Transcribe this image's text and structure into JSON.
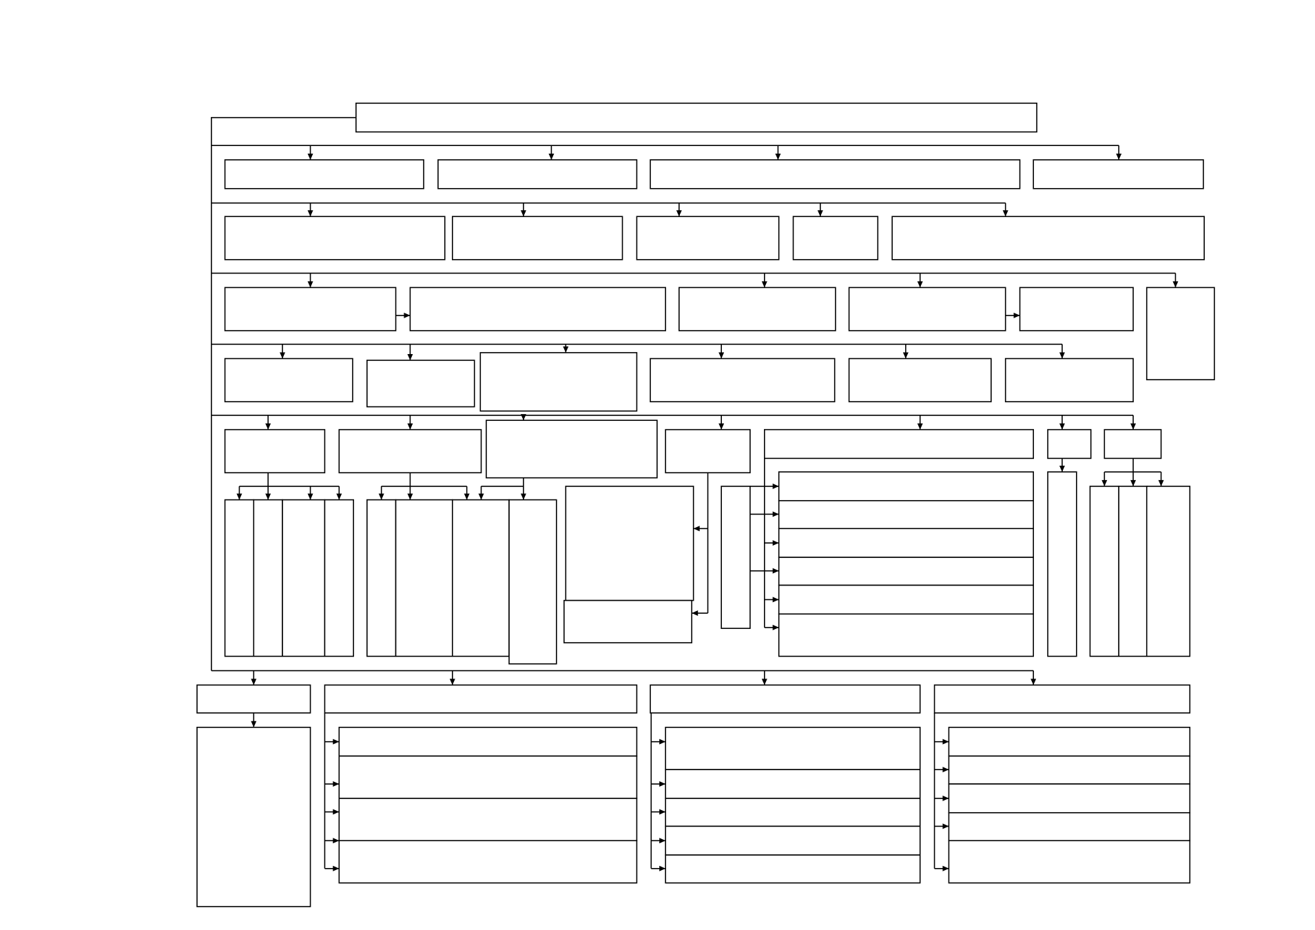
{
  "diagram": {
    "type": "block-hierarchy",
    "labels_visible": false,
    "line_color": "#000000",
    "background_color": "#ffffff",
    "levels": [
      {
        "name": "root",
        "box_count": 1
      },
      {
        "name": "level-1",
        "box_count": 4
      },
      {
        "name": "level-2",
        "box_count": 5
      },
      {
        "name": "level-3",
        "box_count": 6
      },
      {
        "name": "level-4",
        "box_count": 6
      },
      {
        "name": "level-5",
        "box_count": 7
      },
      {
        "name": "level-5-children",
        "box_count": 23
      },
      {
        "name": "bottom-heads",
        "box_count": 4
      },
      {
        "name": "bottom-children",
        "box_count": 15
      }
    ]
  }
}
